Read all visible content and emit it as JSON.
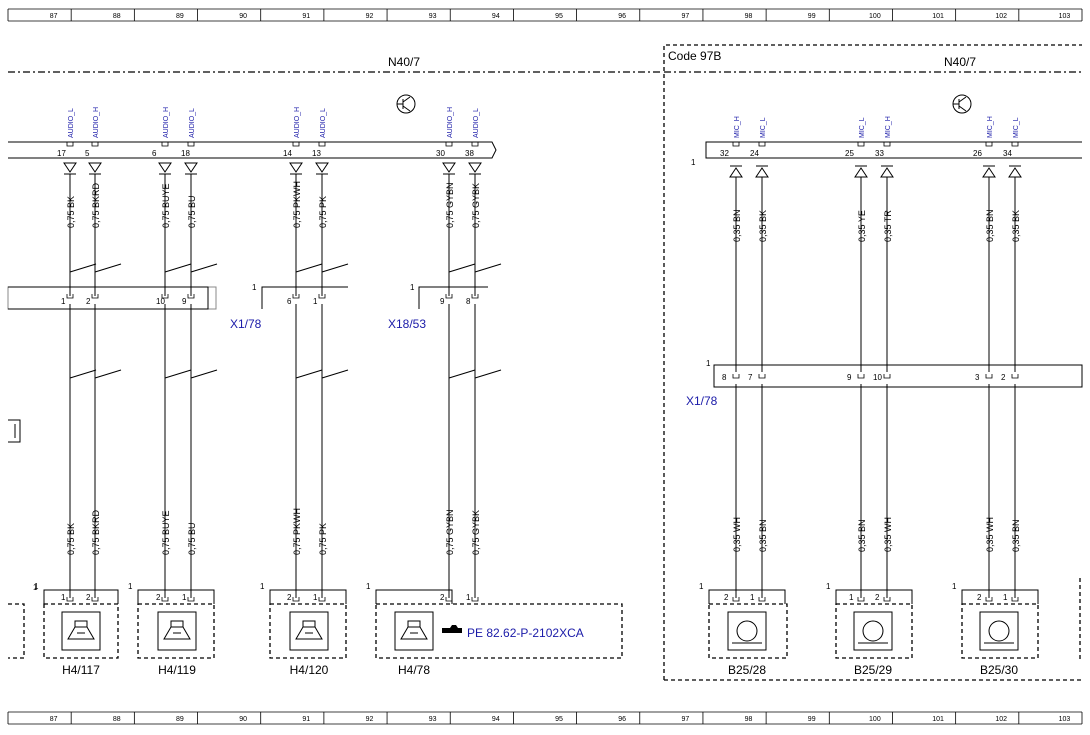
{
  "grid_numbers": [
    "87",
    "88",
    "89",
    "90",
    "91",
    "92",
    "93",
    "94",
    "95",
    "96",
    "97",
    "98",
    "99",
    "100",
    "101",
    "102",
    "103"
  ],
  "modules": {
    "left": {
      "name": "N40/7"
    },
    "right": {
      "name": "N40/7",
      "code": "Code 97B"
    }
  },
  "connectors": {
    "x1_78_left": "X1/78",
    "x18_53": "X18/53",
    "x1_78_right": "X1/78"
  },
  "left_wires": [
    {
      "signal": "AUDIO_L",
      "pin": "17",
      "wire_top": "0,75 BK",
      "conn_pin": "1",
      "wire_bottom": "0,75 BK",
      "comp_pin": "1"
    },
    {
      "signal": "AUDIO_H",
      "pin": "5",
      "wire_top": "0,75 BKRD",
      "conn_pin": "2",
      "wire_bottom": "0,75 BKRD",
      "comp_pin": "2"
    },
    {
      "signal": "AUDIO_H",
      "pin": "6",
      "wire_top": "0,75 BUYE",
      "conn_pin": "10",
      "wire_bottom": "0,75 BUYE",
      "comp_pin": "2"
    },
    {
      "signal": "AUDIO_L",
      "pin": "18",
      "wire_top": "0,75 BU",
      "conn_pin": "9",
      "wire_bottom": "0,75 BU",
      "comp_pin": "1"
    },
    {
      "signal": "AUDIO_H",
      "pin": "14",
      "wire_top": "0,75 PKWH",
      "conn_pin": "6",
      "wire_bottom": "0,75 PKWH",
      "comp_pin": "2"
    },
    {
      "signal": "AUDIO_L",
      "pin": "13",
      "wire_top": "0,75 PK",
      "conn_pin": "1",
      "wire_bottom": "0,75 PK",
      "comp_pin": "1"
    },
    {
      "signal": "AUDIO_H",
      "pin": "30",
      "wire_top": "0,75 GYBN",
      "conn_pin": "9",
      "wire_bottom": "0,75 GYBN",
      "comp_pin": "2"
    },
    {
      "signal": "AUDIO_L",
      "pin": "38",
      "wire_top": "0,75 GYBK",
      "conn_pin": "8",
      "wire_bottom": "0,75 GYBK",
      "comp_pin": "1"
    }
  ],
  "right_wires": [
    {
      "signal": "MIC_H",
      "pin": "32",
      "wire_top": "0,35 BN",
      "conn_pin": "8",
      "wire_bottom": "0,35 WH",
      "comp_pin": "2"
    },
    {
      "signal": "MIC_L",
      "pin": "24",
      "wire_top": "0,35 BK",
      "conn_pin": "7",
      "wire_bottom": "0,35 BN",
      "comp_pin": "1"
    },
    {
      "signal": "MIC_L",
      "pin": "25",
      "wire_top": "0,35 YE",
      "conn_pin": "9",
      "wire_bottom": "0,35 BN",
      "comp_pin": "1"
    },
    {
      "signal": "MIC_H",
      "pin": "33",
      "wire_top": "0,35 TR",
      "conn_pin": "10",
      "wire_bottom": "0,35 WH",
      "comp_pin": "2"
    },
    {
      "signal": "MIC_H",
      "pin": "26",
      "wire_top": "0,35 BN",
      "conn_pin": "3",
      "wire_bottom": "0,35 WH",
      "comp_pin": "2"
    },
    {
      "signal": "MIC_L",
      "pin": "34",
      "wire_top": "0,35 BK",
      "conn_pin": "2",
      "wire_bottom": "0,35 BN",
      "comp_pin": "1"
    }
  ],
  "components": [
    {
      "name": "H4/117",
      "type": "speaker"
    },
    {
      "name": "H4/119",
      "type": "speaker"
    },
    {
      "name": "H4/120",
      "type": "speaker"
    },
    {
      "name": "H4/78",
      "type": "speaker"
    },
    {
      "name": "B25/28",
      "type": "microphone"
    },
    {
      "name": "B25/29",
      "type": "microphone"
    },
    {
      "name": "B25/30",
      "type": "microphone"
    }
  ],
  "reference": {
    "text": "PE 82.62-P-2102XCA"
  },
  "colors": {
    "line": "#000000",
    "link": "#1a1aa8",
    "background": "#ffffff"
  }
}
